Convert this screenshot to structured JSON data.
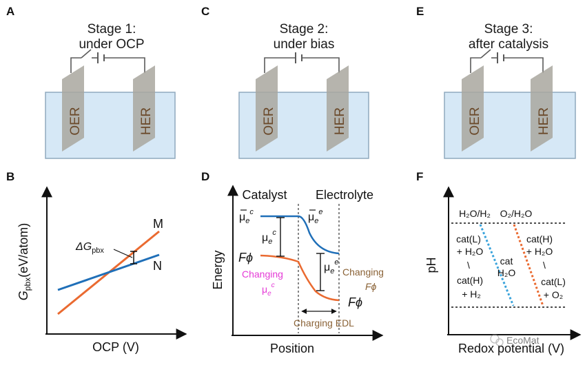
{
  "colors": {
    "tank_fill": "#d6e8f6",
    "tank_stroke": "#8fa9bd",
    "electrode": "#a9a79f",
    "electrode_text": "#6b4a2b",
    "wire": "#5a5a5a",
    "line_blue": "#1f6fb8",
    "line_orange": "#ea6a30",
    "text_brown": "#8a6236",
    "text_magenta": "#e43ad6",
    "dotted_blue": "#3aa3db",
    "dotted_orange": "#ea6a30"
  },
  "panels": {
    "A": {
      "label": "A",
      "title_line1": "Stage 1:",
      "title_line2": "under OCP",
      "switch": "open",
      "left_electrode": "OER",
      "right_electrode": "HER"
    },
    "C": {
      "label": "C",
      "title_line1": "Stage 2:",
      "title_line2": "under bias",
      "switch": "closed",
      "left_electrode": "OER",
      "right_electrode": "HER"
    },
    "E": {
      "label": "E",
      "title_line1": "Stage 3:",
      "title_line2": "after catalysis",
      "switch": "open",
      "left_electrode": "OER",
      "right_electrode": "HER"
    },
    "B": {
      "label": "B",
      "ylabel_main": "G",
      "ylabel_sub": "pbx",
      "ylabel_rest": "(eV/atom)",
      "xlabel": "OCP (V)",
      "line_M_label": "M",
      "line_N_label": "N",
      "delta_label": "ΔG",
      "delta_sub": "pbx"
    },
    "D": {
      "label": "D",
      "catalyst_label": "Catalyst",
      "electrolyte_label": "Electrolyte",
      "ylabel": "Energy",
      "xlabel": "Position",
      "mu_symbol": "μ",
      "sub_e": "e",
      "sup_c": "c",
      "sup_e": "e",
      "f_phi": "Fϕ",
      "changing_left": "Changing",
      "changing_right": "Changing",
      "fphi_small": "Fϕ",
      "charging_edl": "Charging EDL"
    },
    "F": {
      "label": "F",
      "ylabel": "pH",
      "xlabel": "Redox potential (V)",
      "couple_left": "H₂O/H₂",
      "couple_right": "O₂/H₂O",
      "left_region": [
        "cat(L)",
        "+ H₂O",
        "\\",
        "cat(H)",
        "+ H₂"
      ],
      "middle_region": [
        "cat",
        "H₂O"
      ],
      "right_region": [
        "cat(H)",
        "+ H₂O",
        "\\",
        "cat(L)",
        "+ O₂"
      ],
      "watermark": "EcoMat"
    }
  }
}
